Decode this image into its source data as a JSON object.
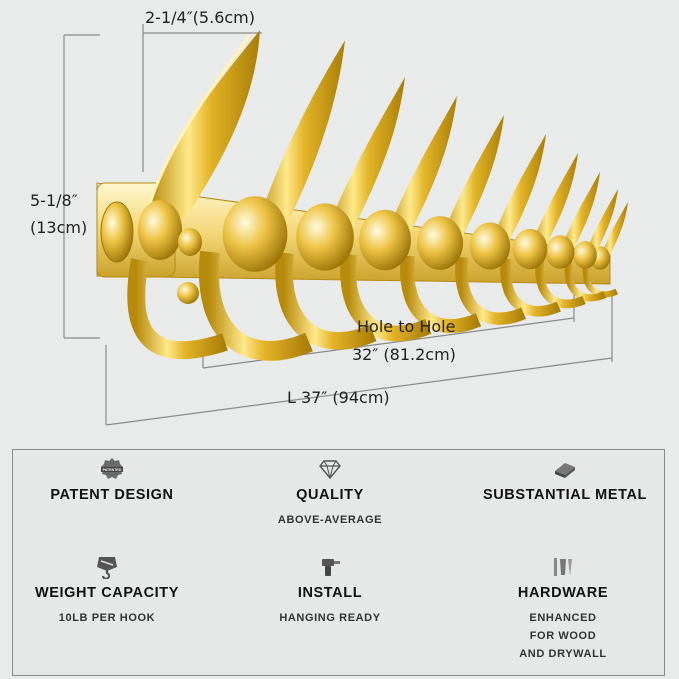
{
  "dimensions": {
    "hook_width": "2-1/4″(5.6cm)",
    "height_in": "5-1/8″",
    "height_cm": "(13cm)",
    "hole_label": "Hole to Hole",
    "hole_value": "32″ (81.2cm)",
    "length": "L 37″ (94cm)"
  },
  "features": [
    {
      "icon": "patented-badge-icon",
      "badge_text": "PATENTED",
      "title": "PATENT DESIGN",
      "sub": ""
    },
    {
      "icon": "diamond-icon",
      "title": "QUALITY",
      "sub": "ABOVE-AVERAGE"
    },
    {
      "icon": "metal-plate-icon",
      "title": "SUBSTANTIAL METAL",
      "sub": ""
    },
    {
      "icon": "weight-hook-icon",
      "title": "WEIGHT CAPACITY",
      "sub": "10LB PER HOOK"
    },
    {
      "icon": "drill-icon",
      "title": "INSTALL",
      "sub": "HANGING READY"
    },
    {
      "icon": "screws-anchors-icon",
      "title": "HARDWARE",
      "sub_lines": [
        "ENHANCED",
        "FOR WOOD",
        "AND DRYWALL"
      ]
    }
  ],
  "colors": {
    "gold": "#e2b52a",
    "gold_light": "#fff3b0",
    "gold_dark": "#9c7407",
    "line": "#8a8a8a"
  }
}
